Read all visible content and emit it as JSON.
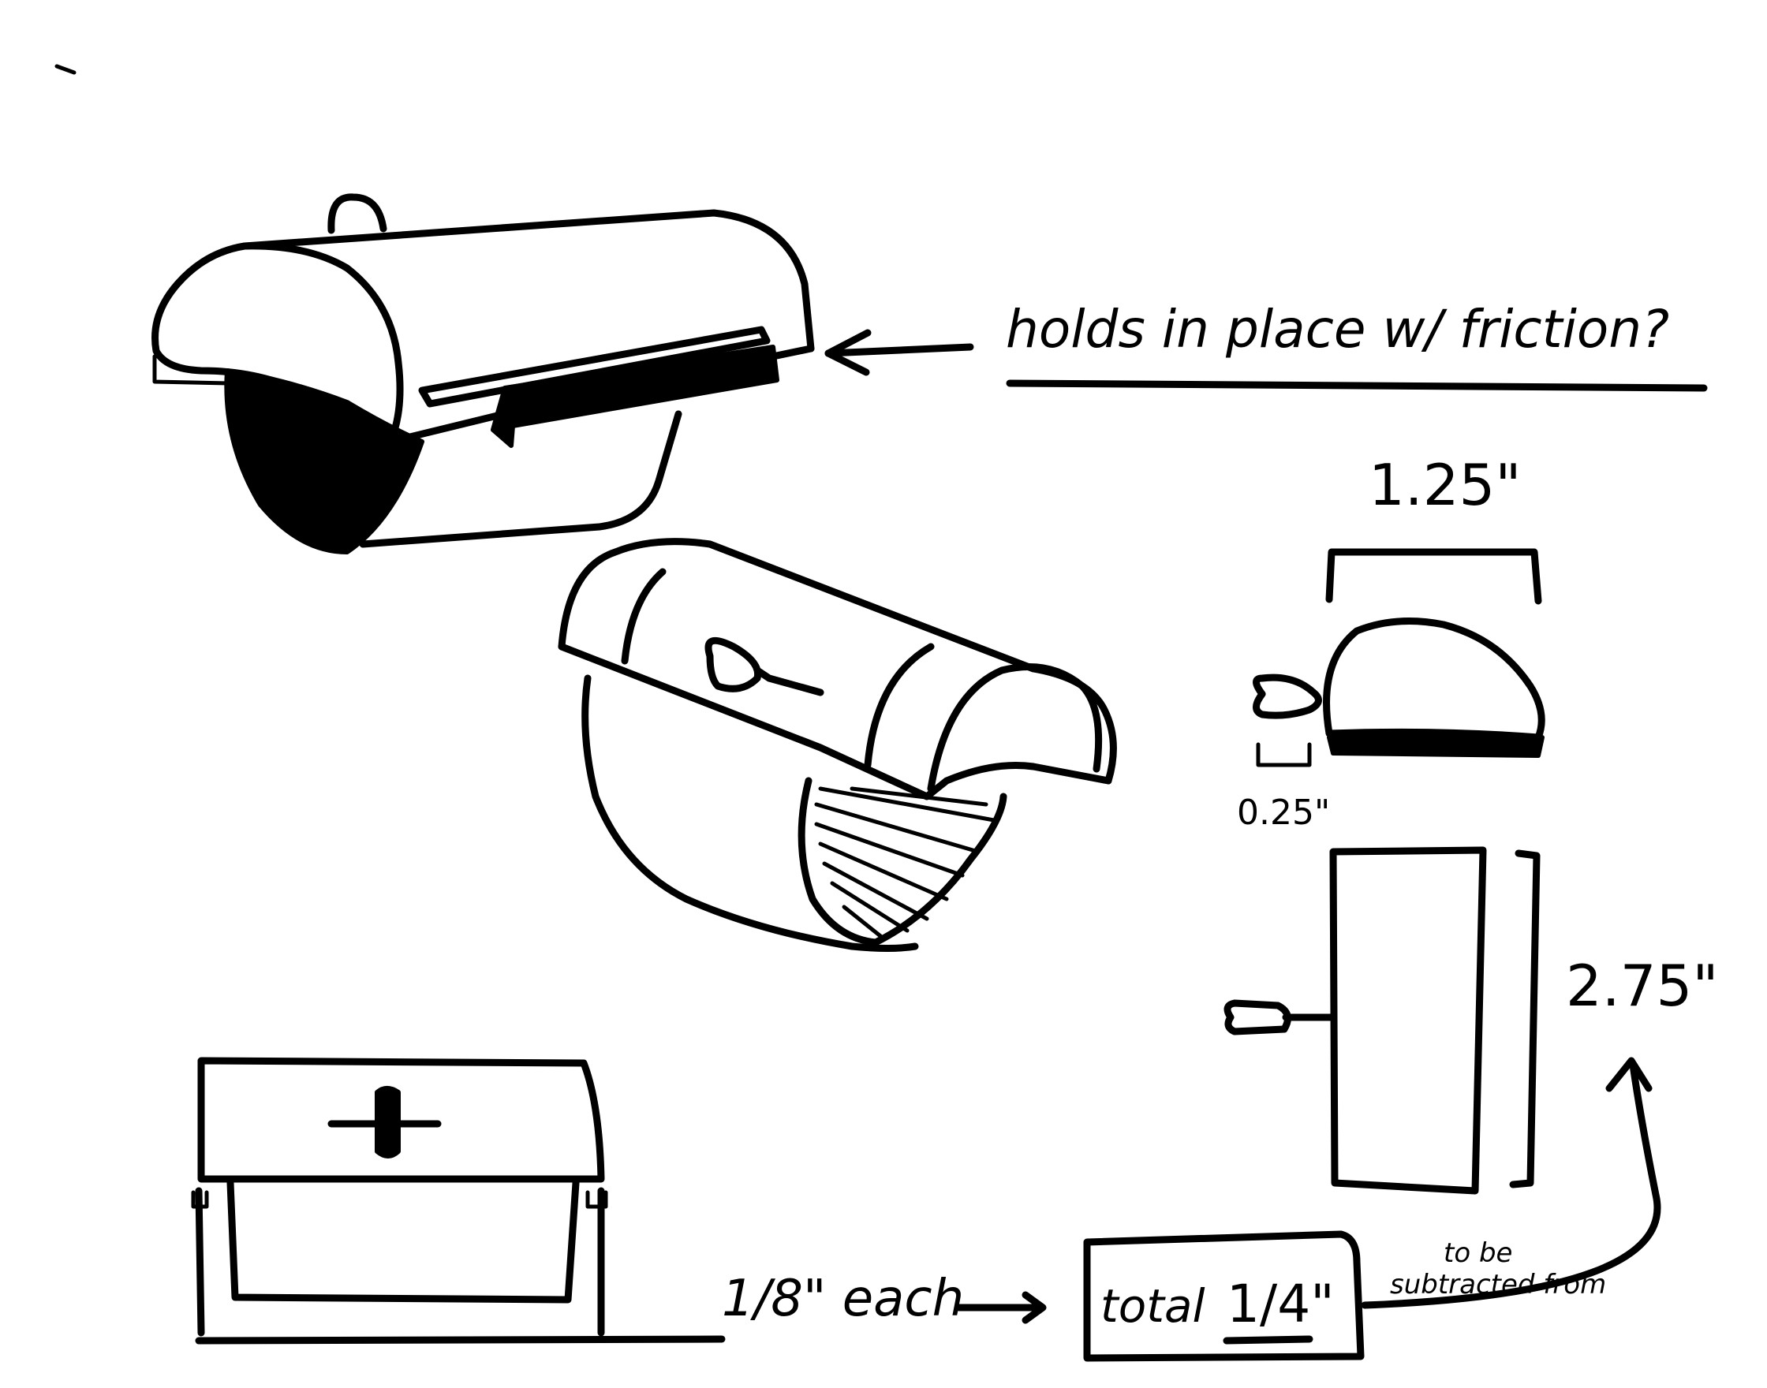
{
  "annotations": {
    "friction_note": "holds in place w/ friction?",
    "width_dim": "1.25\"",
    "handle_dim": "0.25\"",
    "length_dim": "2.75\"",
    "each_note": "1/8\" each",
    "total_label": "total",
    "total_value": "1/4\"",
    "subtract_line1": "to be",
    "subtract_line2": "subtracted from"
  },
  "colors": {
    "ink": "#000000",
    "paper": "#ffffff"
  }
}
